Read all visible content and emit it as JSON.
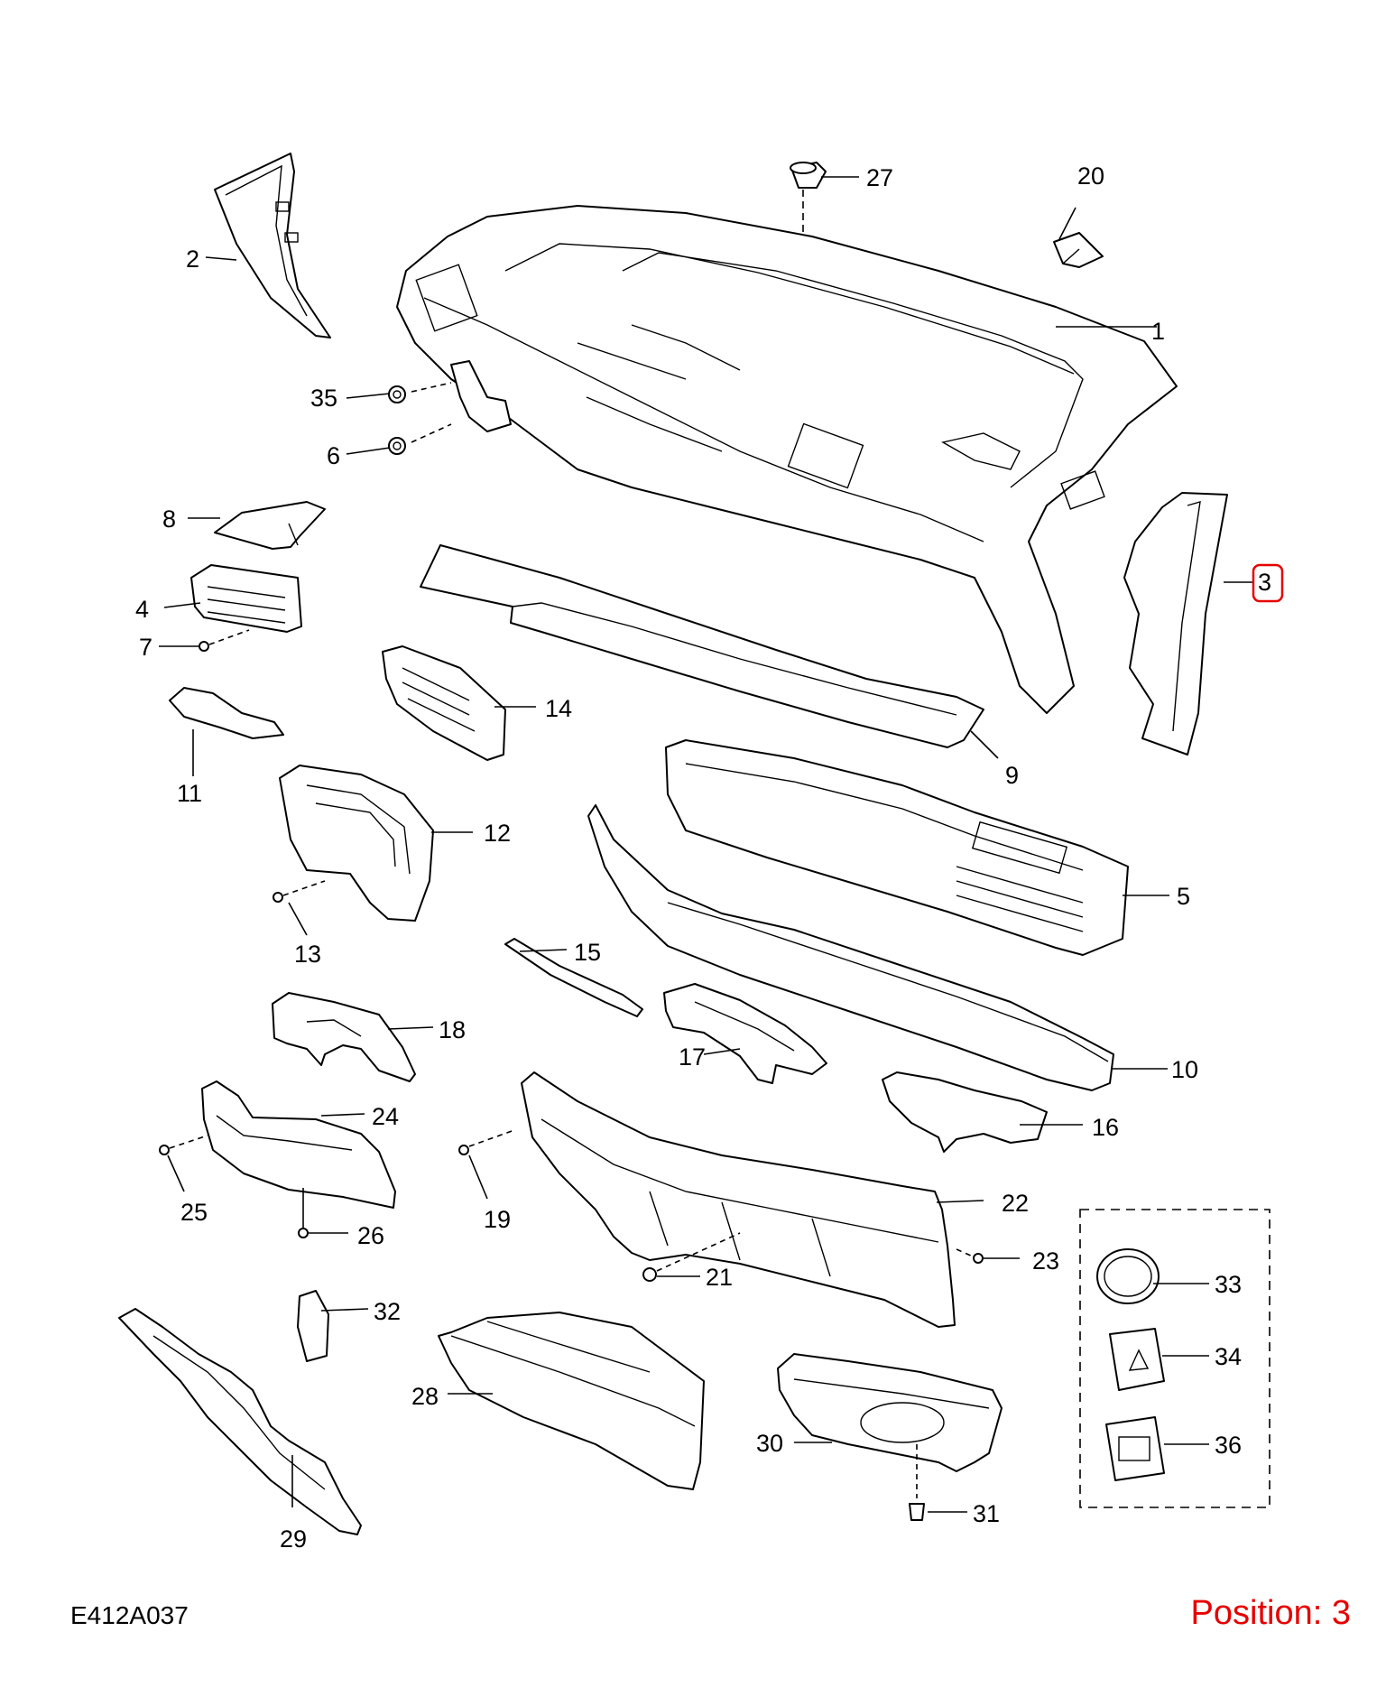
{
  "diagram_code": "E412A037",
  "position_text": "Position: 3",
  "highlighted_callout": "3",
  "colors": {
    "line": "#000000",
    "highlight": "#e60000",
    "background": "#ffffff"
  },
  "callouts": {
    "c1": "1",
    "c2": "2",
    "c3": "3",
    "c4": "4",
    "c5": "5",
    "c6": "6",
    "c7": "7",
    "c8": "8",
    "c9": "9",
    "c10": "10",
    "c11": "11",
    "c12": "12",
    "c13": "13",
    "c14": "14",
    "c15": "15",
    "c16": "16",
    "c17": "17",
    "c18": "18",
    "c19": "19",
    "c20": "20",
    "c21": "21",
    "c22": "22",
    "c23": "23",
    "c24": "24",
    "c25": "25",
    "c26": "26",
    "c27": "27",
    "c28": "28",
    "c29": "29",
    "c30": "30",
    "c31": "31",
    "c32": "32",
    "c33": "33",
    "c34": "34",
    "c35": "35",
    "c36": "36"
  }
}
